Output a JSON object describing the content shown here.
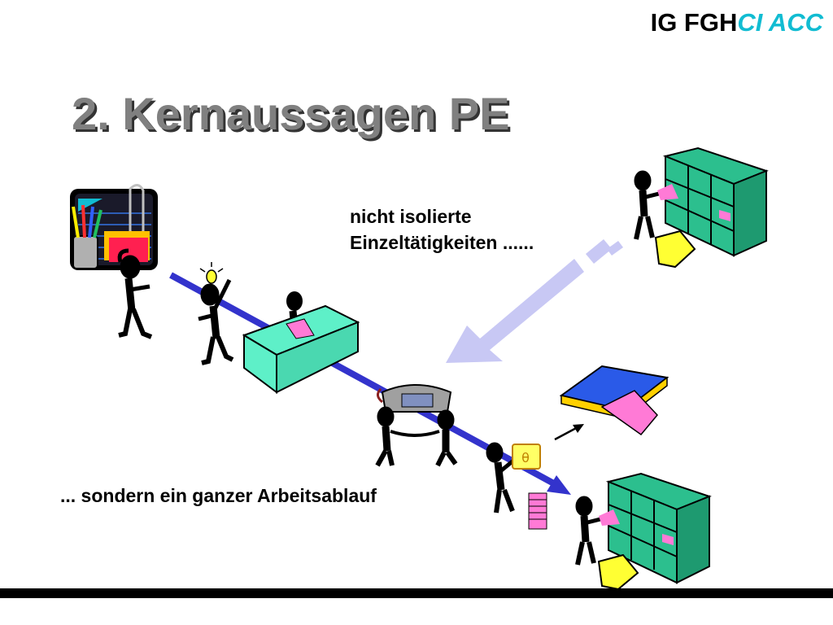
{
  "header": {
    "brand_main": "IG FGH",
    "brand_accent": "CI ACC"
  },
  "slide": {
    "title": "2. Kernaussagen PE",
    "label_top_line1": "nicht isolierte",
    "label_top_line2": "Einzeltätigkeiten ......",
    "label_bottom": "... sondern ein ganzer Arbeitsablauf"
  },
  "colors": {
    "brand_accent": "#11bcd2",
    "title_gray": "#808080",
    "flow_arrow": "#3333cc",
    "pale_arrow": "#c8c8f4",
    "shelf_green": "#2cbf8e",
    "desk_mint": "#5ef0c8",
    "paper_pink": "#ff7ad6",
    "paper_yellow": "#ffff33"
  }
}
